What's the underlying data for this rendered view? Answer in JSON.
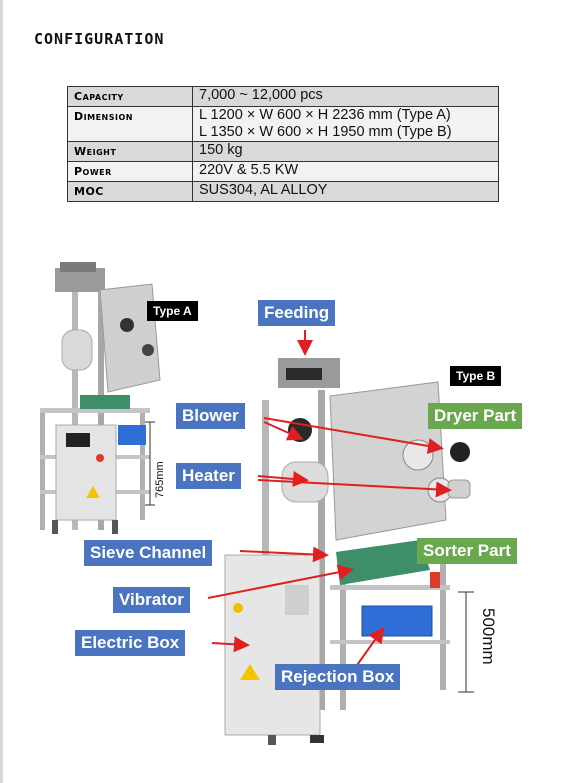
{
  "title": "Configuration",
  "specs": [
    {
      "key": "Capacity",
      "values": [
        "7,000 ~ 12,000 pcs"
      ]
    },
    {
      "key": "Dimension",
      "values": [
        "L 1200 × W 600 × H 2236 mm (Type A)",
        "L 1350 × W 600 × H 1950 mm (Type B)"
      ]
    },
    {
      "key": "Weight",
      "values": [
        "150 kg"
      ]
    },
    {
      "key": "Power",
      "values": [
        "220V & 5.5 KW"
      ]
    },
    {
      "key": "MOC",
      "values": [
        "SUS304, AL ALLOY"
      ]
    }
  ],
  "type_a": {
    "tag": "Type A",
    "height_dim": "765mm"
  },
  "type_b": {
    "tag": "Type B",
    "height_dim": "500mm"
  },
  "labels": {
    "feeding": "Feeding",
    "blower": "Blower",
    "heater": "Heater",
    "sieve_channel": "Sieve Channel",
    "vibrator": "Vibrator",
    "electric_box": "Electric Box",
    "rejection_box": "Rejection Box",
    "dryer_part": "Dryer Part",
    "sorter_part": "Sorter Part"
  },
  "colors": {
    "label_blue": "#4a74bf",
    "label_green": "#6aa84f",
    "arrow_red": "#e02020"
  }
}
